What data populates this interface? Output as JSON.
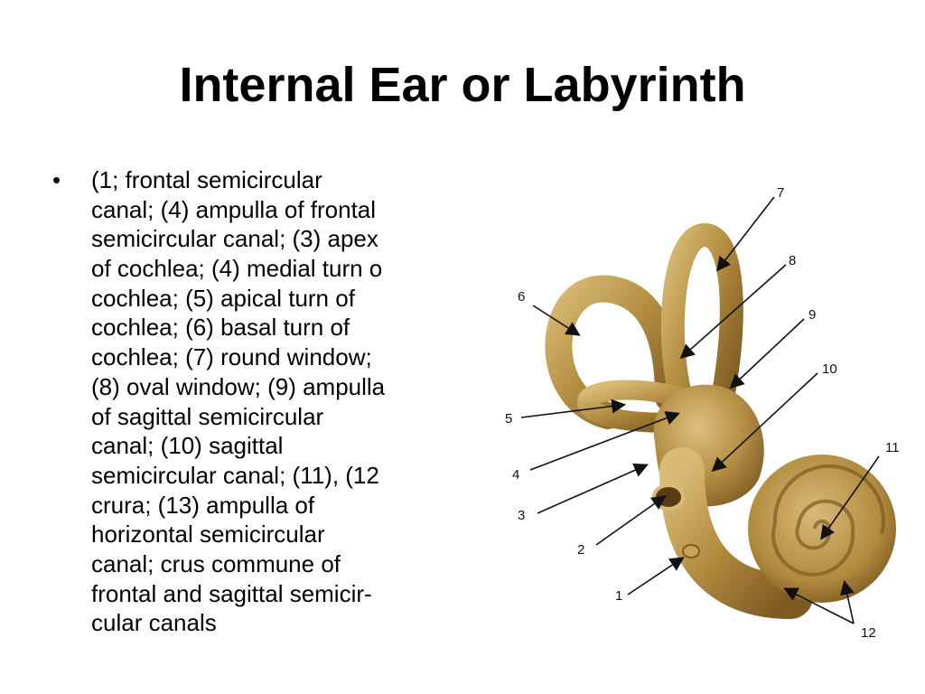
{
  "slide": {
    "title": "Internal Ear or Labyrinth",
    "bullet_symbol": "•",
    "bullet_lines": [
      "(1; frontal semicircular",
      "canal; (4) ampulla of frontal",
      "semicircular canal; (3) apex",
      "of cochlea; (4) medial turn o",
      "cochlea; (5) apical turn of",
      "cochlea; (6) basal turn of",
      "cochlea; (7) round window;",
      "(8) oval window; (9) ampulla",
      "of sagittal semicircular",
      "canal; (10) sagittal",
      "semicircular canal; (11), (12",
      "crura; (13) ampulla of",
      "horizontal semicircular",
      "canal; crus commune of",
      "frontal and sagittal semicir-",
      "cular canals"
    ]
  },
  "figure": {
    "labels": [
      "1",
      "2",
      "3",
      "4",
      "5",
      "6",
      "7",
      "8",
      "9",
      "10",
      "11",
      "12"
    ],
    "colors": {
      "structure": "#b08a3e",
      "highlight": "#d6b872",
      "shadow": "#7d5a22",
      "arrow": "#111111"
    }
  }
}
